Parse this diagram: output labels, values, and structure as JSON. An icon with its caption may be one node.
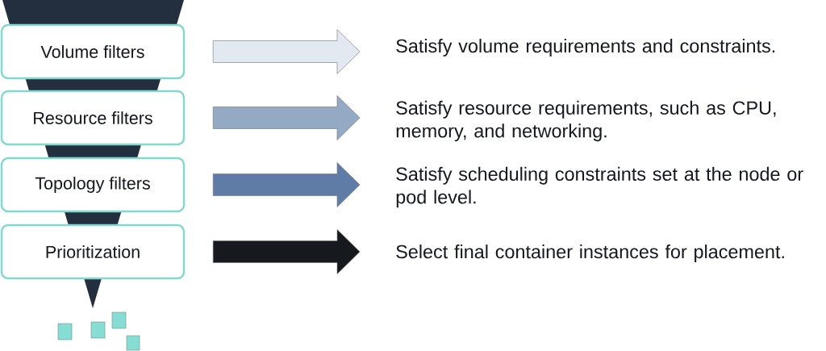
{
  "diagram": {
    "nodes": [
      {
        "text": [
          "Volume filters"
        ]
      },
      {
        "text": [
          "Satisfy volume requirements and constraints."
        ]
      },
      {
        "text": [
          "Resource filters"
        ]
      },
      {
        "text": [
          "Satisfy resource requirements, such as CPU, memory, and networking."
        ]
      },
      {
        "text": [
          "Topology filters"
        ]
      },
      {
        "text": [
          "Satisfy scheduling constraints set at the node or pod level."
        ]
      },
      {
        "text": [
          "Prioritization"
        ]
      },
      {
        "text": [
          "Select final container instances for placement."
        ]
      }
    ],
    "edges": [
      {
        "from": 0,
        "to": 1,
        "arrow": "to",
        "color": "#e3e9f0"
      },
      {
        "from": 2,
        "to": 3,
        "arrow": "to",
        "color": "#94aac4"
      },
      {
        "from": 4,
        "to": 5,
        "arrow": "to",
        "color": "#5f7ca6"
      },
      {
        "from": 6,
        "to": 7,
        "arrow": "to",
        "color": "#16191e"
      }
    ]
  }
}
